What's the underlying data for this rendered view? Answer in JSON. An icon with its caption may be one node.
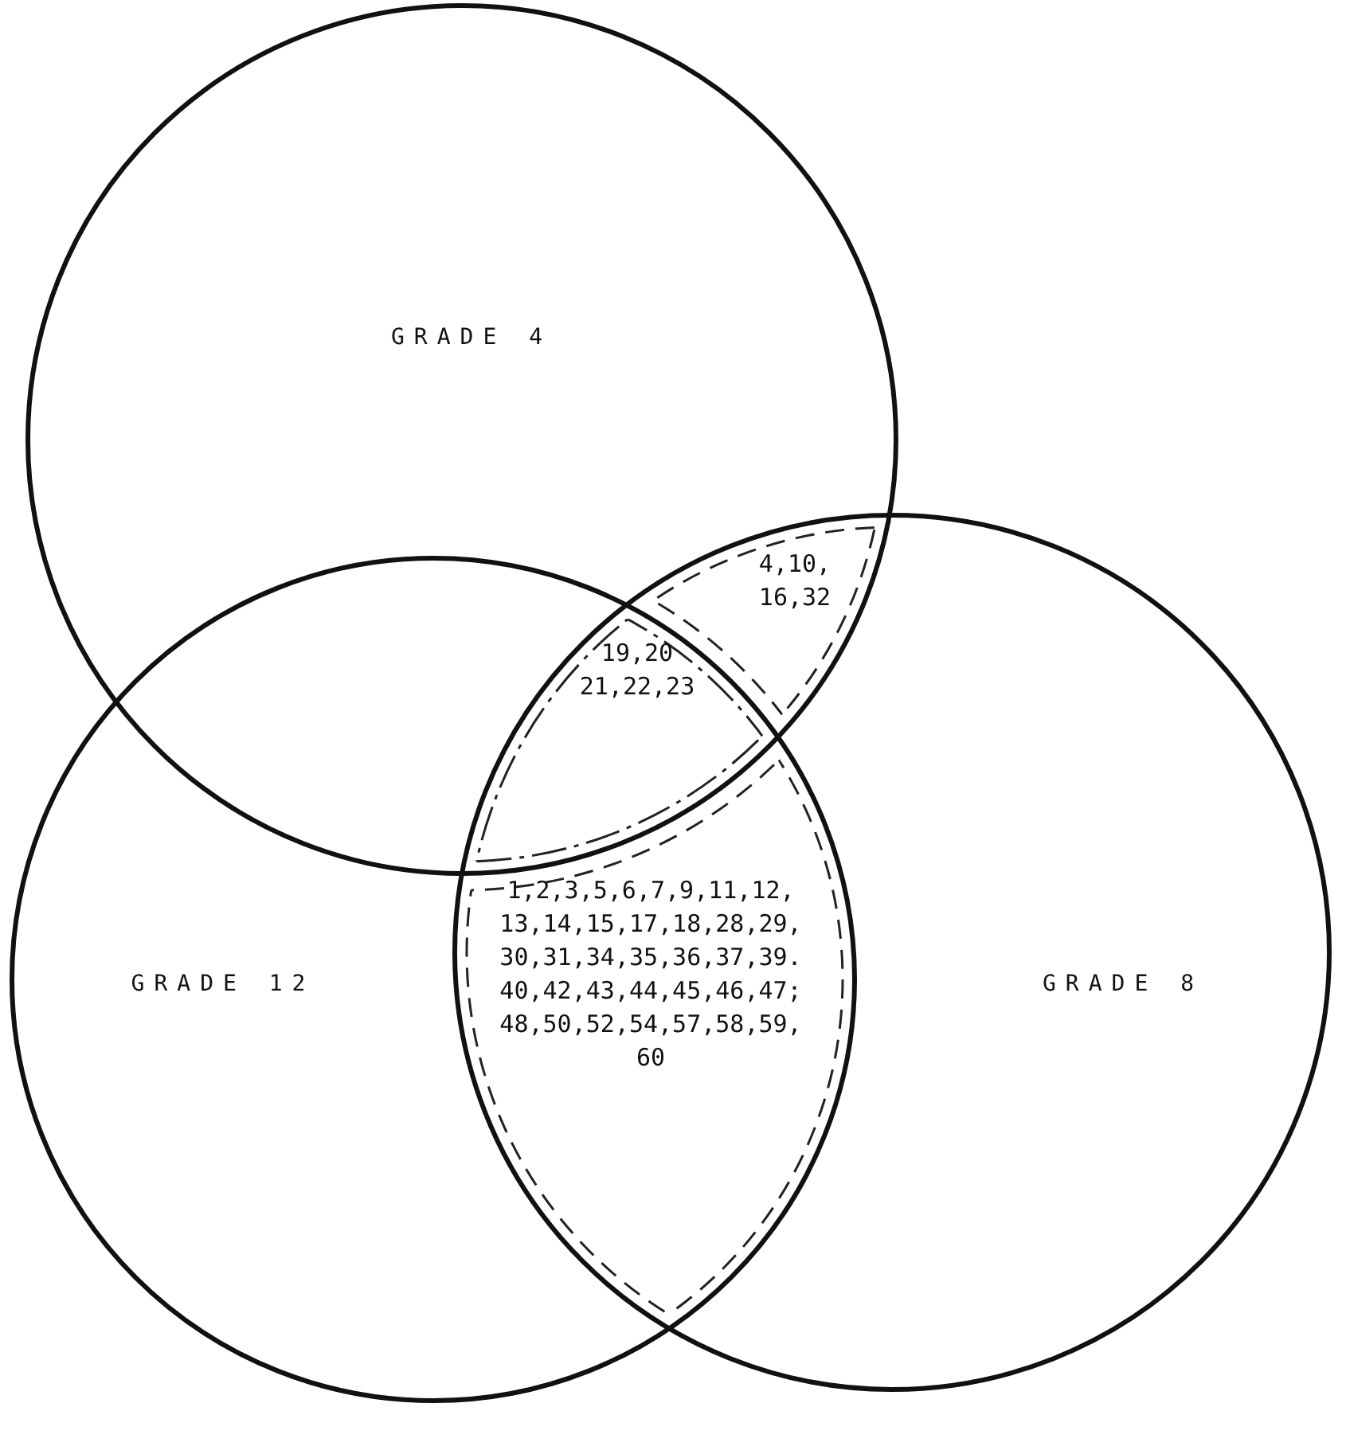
{
  "diagram": {
    "nodes": [
      {
        "text": [
          "GRADE 4"
        ]
      },
      {
        "text": [
          "GRADE 12"
        ]
      },
      {
        "text": [
          "GRADE 8"
        ]
      }
    ],
    "labels": [
      "4,10, 16,32",
      "19,20 21,22,23",
      "1,2,3,5,6,7,9,11,12, 13,14,15,17,18,28,29, 30,31,34,35,36,37,39. 40,42,43,44,45,46,47; 48,50,52,54,57,58,59, 60"
    ]
  }
}
